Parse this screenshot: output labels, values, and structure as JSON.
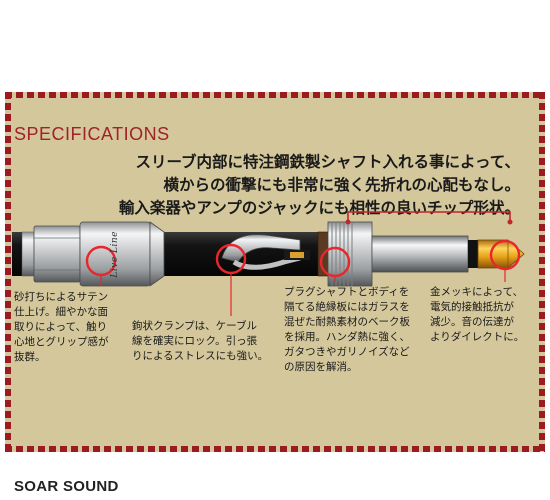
{
  "title": "SPECIFICATIONS",
  "headlines": [
    "スリーブ内部に特注鋼鉄製シャフト入れる事によって、",
    "横からの衝撃にも非常に強く先折れの心配もなし。",
    "輸入楽器やアンプのジャックにも相性の良いチップ形状。"
  ],
  "brand_print": "Live Line",
  "callouts": [
    {
      "lines": [
        "砂打ちによるサテン",
        "仕上げ。細やかな面",
        "取りによって、触り",
        "心地とグリップ感が",
        "抜群。"
      ]
    },
    {
      "lines": [
        "鉤状クランプは、ケーブル",
        "線を確実にロック。引っ張",
        "りによるストレスにも強い。"
      ]
    },
    {
      "lines": [
        "プラグシャフトとボディを",
        "隔てる絶縁板にはガラスを",
        "混ぜた耐熱素材のベーク板",
        "を採用。ハンダ熱に強く、",
        "ガタつきやガリノイズなど",
        "の原因を解消。"
      ]
    },
    {
      "lines": [
        "金メッキによって、",
        "電気的接触抵抗が",
        "減少。音の伝達が",
        "よりダイレクトに。"
      ]
    }
  ],
  "footer": "SOAR SOUND",
  "colors": {
    "panel": "#d3c79b",
    "border_dash": "#9c1a22",
    "title": "#a0222a",
    "callout_circle": "#e8262b",
    "gold_tip": "#e6a21a"
  }
}
